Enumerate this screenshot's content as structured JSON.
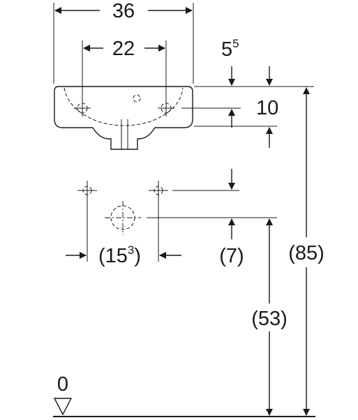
{
  "dimensions": {
    "width_overall": "36",
    "tap_hole_spacing": "22",
    "rim_offset_base": "5",
    "rim_offset_sup": "5",
    "basin_depth": "10",
    "supply_spacing_open": "(15",
    "supply_spacing_sup": "3",
    "supply_spacing_close": ")",
    "supply_height_offset": "(7)",
    "rim_height": "(85)",
    "drain_height": "(53)",
    "floor_level": "0"
  }
}
